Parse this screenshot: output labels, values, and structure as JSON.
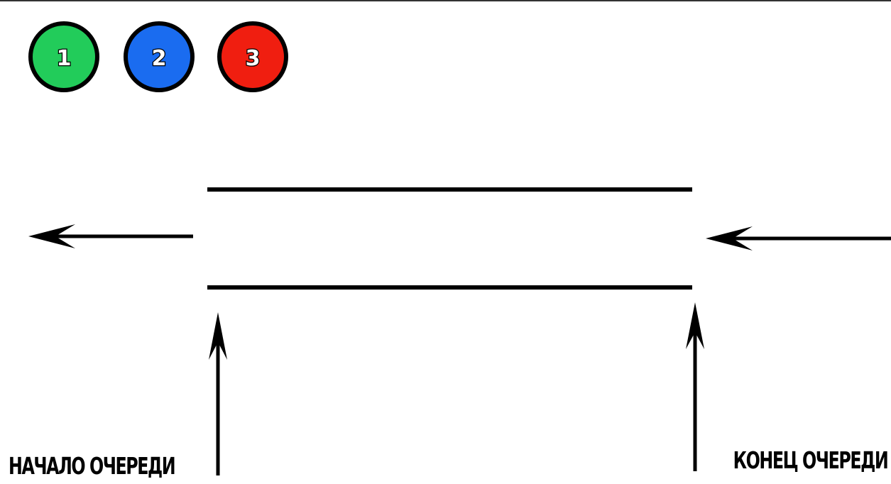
{
  "legend": [
    {
      "label": "1",
      "color": "#22cc5a"
    },
    {
      "label": "2",
      "color": "#1a6cf0"
    },
    {
      "label": "3",
      "color": "#f01e10"
    }
  ],
  "labels": {
    "queue_start": "НАЧАЛО ОЧЕРЕДИ",
    "queue_end": "КОНЕЦ ОЧЕРЕДИ"
  }
}
